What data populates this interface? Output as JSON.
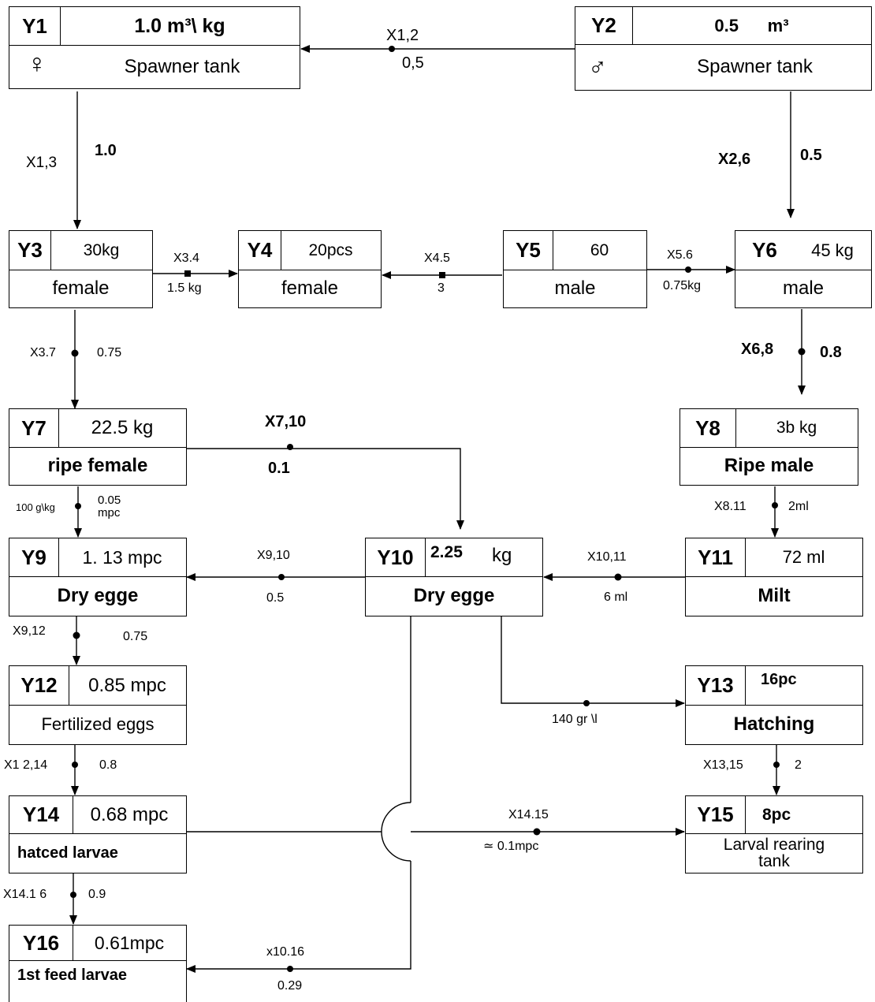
{
  "nodes": {
    "Y1": {
      "id": "Y1",
      "value": "1.0 m³\\ kg",
      "label": "Spawner tank",
      "symbol": "♀"
    },
    "Y2": {
      "id": "Y2",
      "value": "0.5      m³",
      "label": "Spawner tank",
      "symbol": "♂"
    },
    "Y3": {
      "id": "Y3",
      "value": "30kg",
      "label": "female"
    },
    "Y4": {
      "id": "Y4",
      "value": "20pcs",
      "label": "female"
    },
    "Y5": {
      "id": "Y5",
      "value": "60",
      "label": "male"
    },
    "Y6": {
      "id": "Y6",
      "value": "45 kg",
      "label": "male"
    },
    "Y7": {
      "id": "Y7",
      "value": "22.5 kg",
      "label": "ripe female"
    },
    "Y8": {
      "id": "Y8",
      "value": "3b kg",
      "label": "Ripe male"
    },
    "Y9": {
      "id": "Y9",
      "value": "1. 13 mpc",
      "label": "Dry egge"
    },
    "Y10": {
      "id": "Y10",
      "value": "2.25",
      "unit": "kg",
      "label": "Dry egge"
    },
    "Y11": {
      "id": "Y11",
      "value": "72 ml",
      "label": "Milt"
    },
    "Y12": {
      "id": "Y12",
      "value": "0.85 mpc",
      "label": "Fertilized eggs"
    },
    "Y13": {
      "id": "Y13",
      "value": "16pc",
      "label": "Hatching"
    },
    "Y14": {
      "id": "Y14",
      "value": "0.68 mpc",
      "label": "hatced larvae"
    },
    "Y15": {
      "id": "Y15",
      "value": "8pc",
      "label": "Larval rearing tank"
    },
    "Y16": {
      "id": "Y16",
      "value": "0.61mpc",
      "label": "1st feed larvae"
    }
  },
  "edges": {
    "e1_2": {
      "name": "X1,2",
      "value": "0,5"
    },
    "e1_3": {
      "name": "X1,3",
      "value": "1.0"
    },
    "e2_6": {
      "name": "X2,6",
      "value": "0.5"
    },
    "e3_4": {
      "name": "X3.4",
      "value": "1.5 kg"
    },
    "e4_5": {
      "name": "X4.5",
      "value": "3"
    },
    "e5_6": {
      "name": "X5.6",
      "value": "0.75kg"
    },
    "e3_7": {
      "name": "X3.7",
      "value": "0.75"
    },
    "e6_8": {
      "name": "X6,8",
      "value": "0.8"
    },
    "e7_10": {
      "name": "X7,10",
      "value": "0.1"
    },
    "e7_9": {
      "name": "100 g\\kg",
      "value": "0.05 mpc"
    },
    "e8_11": {
      "name": "X8.11",
      "value": "2ml"
    },
    "e9_10": {
      "name": "X9,10",
      "value": "0.5"
    },
    "e10_11": {
      "name": "X10,11",
      "value": "6 ml"
    },
    "e9_12": {
      "name": "X9,12",
      "value": "0.75"
    },
    "e10_13": {
      "value": "140 gr \\l"
    },
    "e12_14": {
      "name": "X1 2,14",
      "value": "0.8"
    },
    "e13_15": {
      "name": "X13,15",
      "value": "2"
    },
    "e14_15": {
      "name": "X14.15",
      "value": "≃ 0.1mpc"
    },
    "e14_16": {
      "name": "X14.1 6",
      "value": "0.9"
    },
    "e10_16": {
      "name": "x10.16",
      "value": "0.29"
    }
  }
}
